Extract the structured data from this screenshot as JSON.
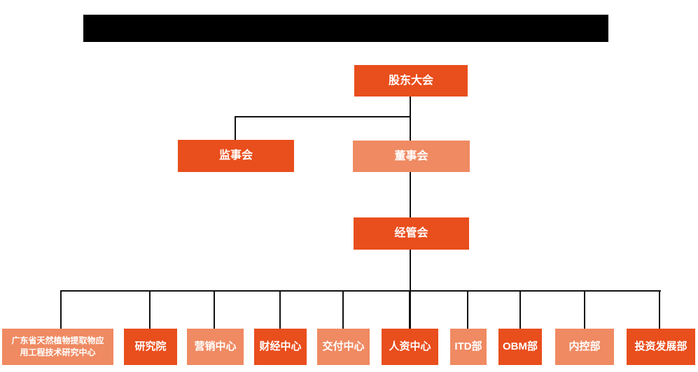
{
  "colors": {
    "primary": "#e94e1d",
    "secondary": "#ef8a62",
    "connector": "#111111",
    "redaction": "#000000",
    "label_text": "#ffffff",
    "background": "#ffffff"
  },
  "org_chart": {
    "title_redacted": true,
    "shareholders": {
      "label": "股东大会",
      "variant": "primary"
    },
    "supervisory": {
      "label": "监事会",
      "variant": "primary"
    },
    "board": {
      "label": "董事会",
      "variant": "secondary"
    },
    "management": {
      "label": "经管会",
      "variant": "primary"
    },
    "departments": [
      {
        "label": "广东省天然植物提取物应用工程技术研究中心",
        "variant": "secondary"
      },
      {
        "label": "研究院",
        "variant": "primary"
      },
      {
        "label": "营销中心",
        "variant": "secondary"
      },
      {
        "label": "财经中心",
        "variant": "primary"
      },
      {
        "label": "交付中心",
        "variant": "secondary"
      },
      {
        "label": "人资中心",
        "variant": "primary"
      },
      {
        "label": "ITD部",
        "variant": "secondary"
      },
      {
        "label": "OBM部",
        "variant": "primary"
      },
      {
        "label": "内控部",
        "variant": "secondary"
      },
      {
        "label": "投资发展部",
        "variant": "primary"
      }
    ]
  }
}
